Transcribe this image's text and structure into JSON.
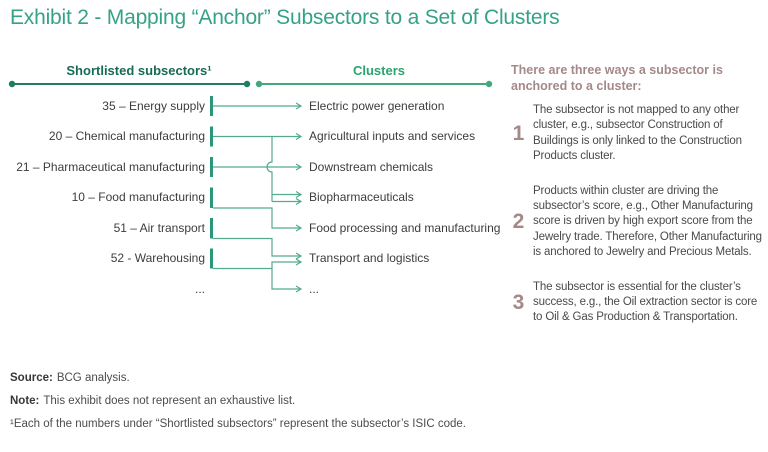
{
  "title": "Exhibit 2 - Mapping “Anchor” Subsectors to a Set of Clusters",
  "diagram": {
    "left_header": "Shortlisted subsectors¹",
    "right_header": "Clusters",
    "subsectors": [
      "35 – Energy supply",
      "20 – Chemical manufacturing",
      "21 – Pharmaceutical manufacturing",
      "10 – Food manufacturing",
      "51 – Air transport",
      "52 - Warehousing",
      "..."
    ],
    "clusters": [
      "Electric power generation",
      "Agricultural inputs and services",
      "Downstream chemicals",
      "Biopharmaceuticals",
      "Food processing and manufacturing",
      "Transport and logistics",
      "..."
    ]
  },
  "panel": {
    "heading": "There are three ways a subsector is anchored to a cluster:",
    "items": [
      {
        "number": "1",
        "text": "The subsector is not mapped to any other cluster, e.g., subsector Construction of Buildings is only linked to the Construction Products cluster."
      },
      {
        "number": "2",
        "text": "Products within cluster are driving the subsector’s score, e.g., Other Manufacturing score is driven by high export score from the Jewelry trade. Therefore, Other Manufacturing is anchored to Jewelry and Precious Metals."
      },
      {
        "number": "3",
        "text": "The subsector is essential for the cluster’s success, e.g., the Oil extraction sector is core to Oil & Gas Production & Transportation."
      }
    ]
  },
  "footer": {
    "source_label": "Source:",
    "source_text": "BCG analysis.",
    "note_label": "Note:",
    "note_text": "This exhibit does not represent an exhaustive list.",
    "footnote": "¹Each of the numbers under “Shortlisted subsectors” represent the subsector’s ISIC code."
  },
  "colors": {
    "title": "#35a287",
    "header-left": "#176b54",
    "header-right": "#2ba46f",
    "rule-left": "#1e7d62",
    "rule-right": "#44a87c",
    "connector": "#55aa8e",
    "tick": "#2a9878",
    "label": "#3d3d3d",
    "mauve": "#a58888",
    "body": "#4a4a4a",
    "footer": "#4c4c4c"
  }
}
